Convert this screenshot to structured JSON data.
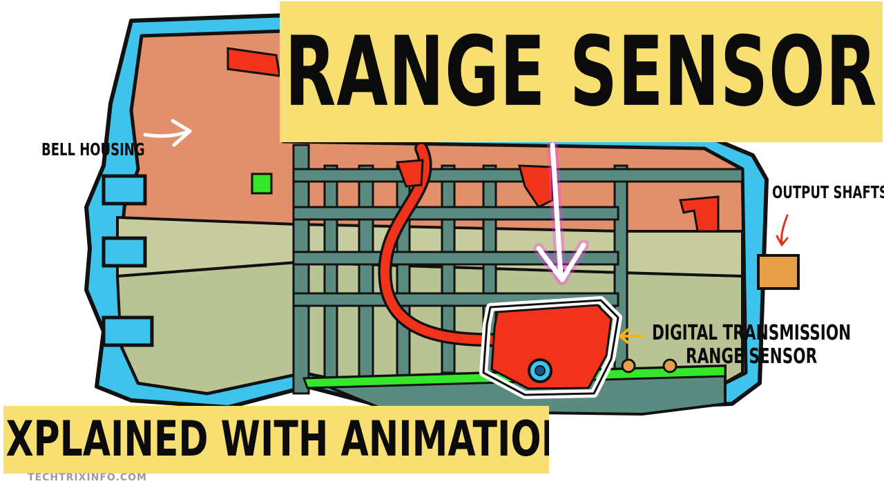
{
  "title": "RANGE SENSOR",
  "subtitle": "EXPLAINED WITH ANIMATION",
  "labels": {
    "bell_housing": "BELL HOUSING",
    "output_shafts": "OUTPUT SHAFTS",
    "dtrs_line1": "DIGITAL TRANSMISSION",
    "dtrs_line2": "RANGE SENSOR"
  },
  "watermark": "TECHTRIXINFO.COM",
  "colors": {
    "banner": "#f7e071",
    "housing_blue": "#3ec4ec",
    "housing_salmon": "#e2906c",
    "housing_sage": "#b9c394",
    "frame_gray": "#5b8a80",
    "sensor_red": "#f2331c",
    "pan_green": "#35e62b",
    "pointer_magenta": "#ff3df2"
  }
}
